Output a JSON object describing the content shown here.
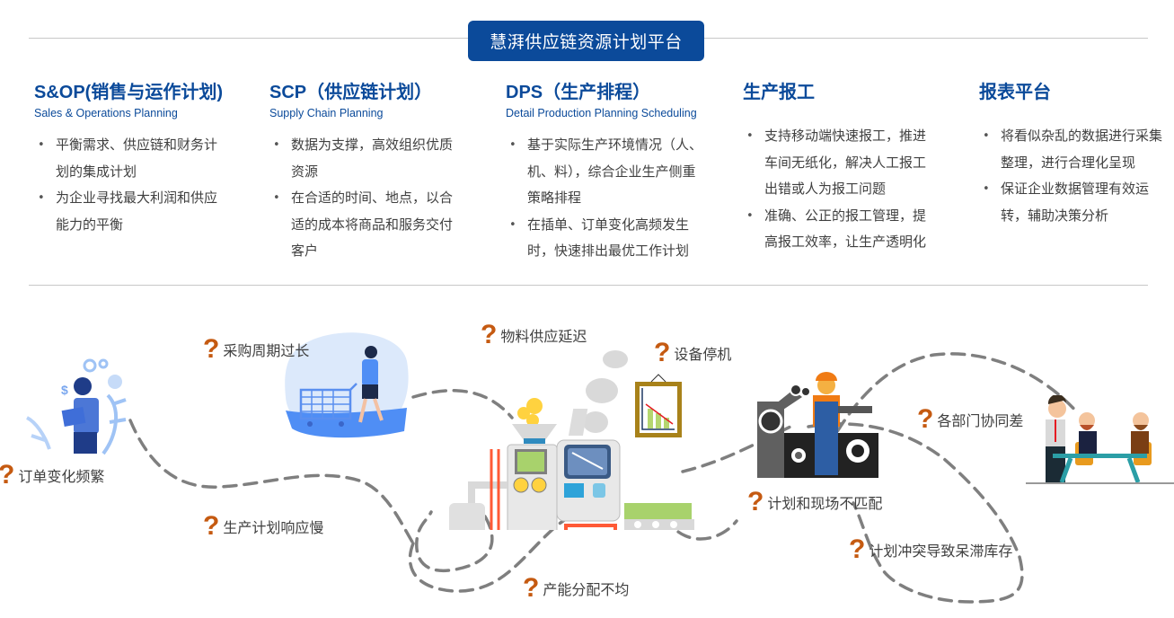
{
  "header": {
    "platform_title": "慧湃供应链资源计划平台"
  },
  "modules": [
    {
      "title": "S&OP(销售与运作计划)",
      "subtitle": "Sales & Operations Planning",
      "bullets": [
        "平衡需求、供应链和财务计划的集成计划",
        "为企业寻找最大利润和供应能力的平衡"
      ]
    },
    {
      "title": "SCP（供应链计划）",
      "subtitle": "Supply Chain Planning",
      "bullets": [
        "数据为支撑，高效组织优质资源",
        "在合适的时间、地点，以合适的成本将商品和服务交付客户"
      ]
    },
    {
      "title": "DPS（生产排程）",
      "subtitle": "Detail Production Planning Scheduling",
      "bullets": [
        "基于实际生产环境情况（人、机、料），综合企业生产侧重策略排程",
        "在插单、订单变化高频发生时，快速排出最优工作计划"
      ]
    },
    {
      "title": "生产报工",
      "subtitle": "",
      "bullets": [
        "支持移动端快速报工，推进车间无纸化，解决人工报工出错或人为报工问题",
        "准确、公正的报工管理，提高报工效率，让生产透明化"
      ]
    },
    {
      "title": "报表平台",
      "subtitle": "",
      "bullets": [
        "将看似杂乱的数据进行采集整理，进行合理化呈现",
        "保证企业数据管理有效运转，辅助决策分析"
      ]
    }
  ],
  "issues": {
    "mark": "?",
    "items": [
      "订单变化频繁",
      "采购周期过长",
      "生产计划响应慢",
      "物料供应延迟",
      "设备停机",
      "产能分配不均",
      "计划和现场不匹配",
      "各部门协同差",
      "计划冲突导致呆滞库存"
    ]
  },
  "colors": {
    "brand_blue": "#0b4a9a",
    "question_orange": "#c55a11",
    "dash_gray": "#7f7f7f"
  }
}
